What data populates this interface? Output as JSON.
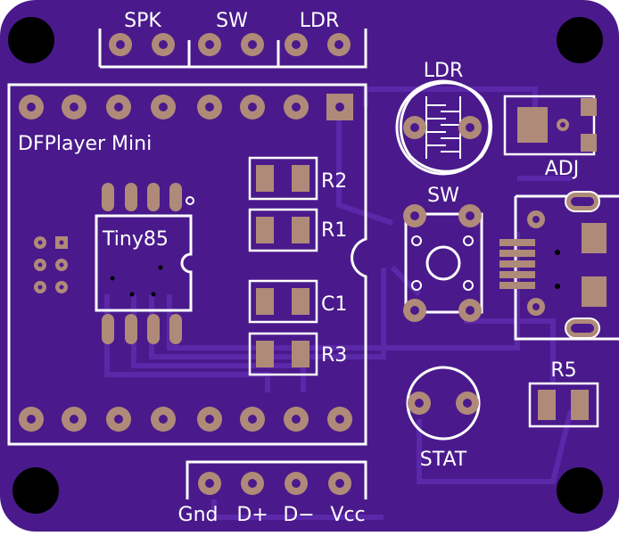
{
  "colors": {
    "board": "#4a1a8c",
    "trace": "#5a28a8",
    "silk": "#ffffff",
    "copper": "#b08a78",
    "hole": "#000000"
  },
  "labels": {
    "spk": "SPK",
    "sw_top": "SW",
    "ldr_top": "LDR",
    "dfplayer": "DFPlayer Mini",
    "tiny85": "Tiny85",
    "r1": "R1",
    "r2": "R2",
    "r3": "R3",
    "c1": "C1",
    "ldr": "LDR",
    "adj": "ADJ",
    "sw": "SW",
    "r5": "R5",
    "stat": "STAT",
    "gnd": "Gnd",
    "dplus": "D+",
    "dminus": "D−",
    "vcc": "Vcc"
  }
}
